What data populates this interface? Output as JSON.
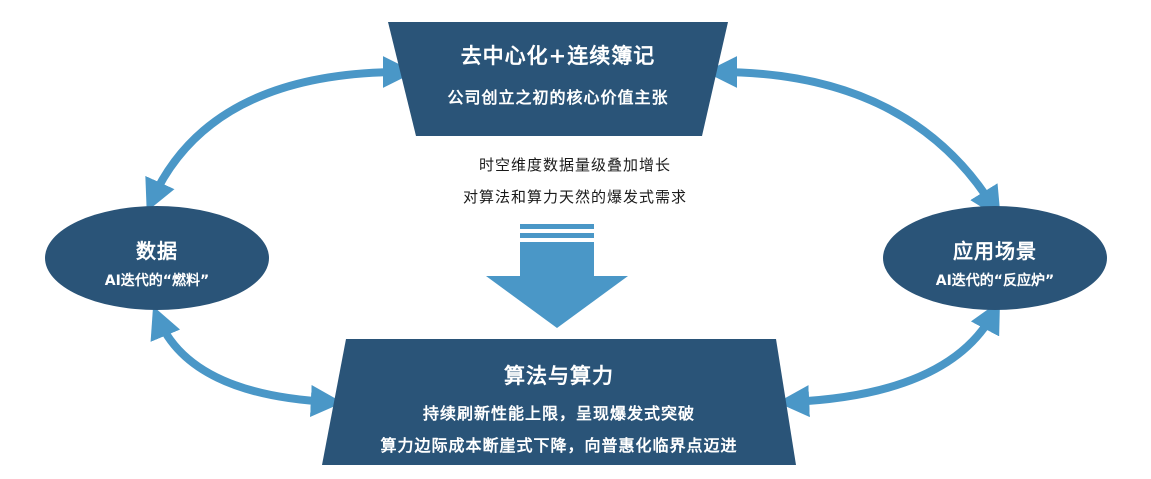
{
  "top_box": {
    "title": "去中心化+连续簿记",
    "subtitle": "公司创立之初的核心价值主张"
  },
  "middle_text": {
    "line1": "时空维度数据量级叠加增长",
    "line2": "对算法和算力天然的爆发式需求"
  },
  "left_ellipse": {
    "title": "数据",
    "subtitle": "AI迭代的“燃料”"
  },
  "right_ellipse": {
    "title": "应用场景",
    "subtitle": "AI迭代的“反应炉”"
  },
  "bottom_box": {
    "title": "算法与算力",
    "line1": "持续刷新性能上限，呈现爆发式突破",
    "line2": "算力边际成本断崖式下降，向普惠化临界点迈进"
  },
  "colors": {
    "shape_fill": "#2a5478",
    "arrow": "#4a97c7",
    "text_dark": "#1a1a1a"
  }
}
